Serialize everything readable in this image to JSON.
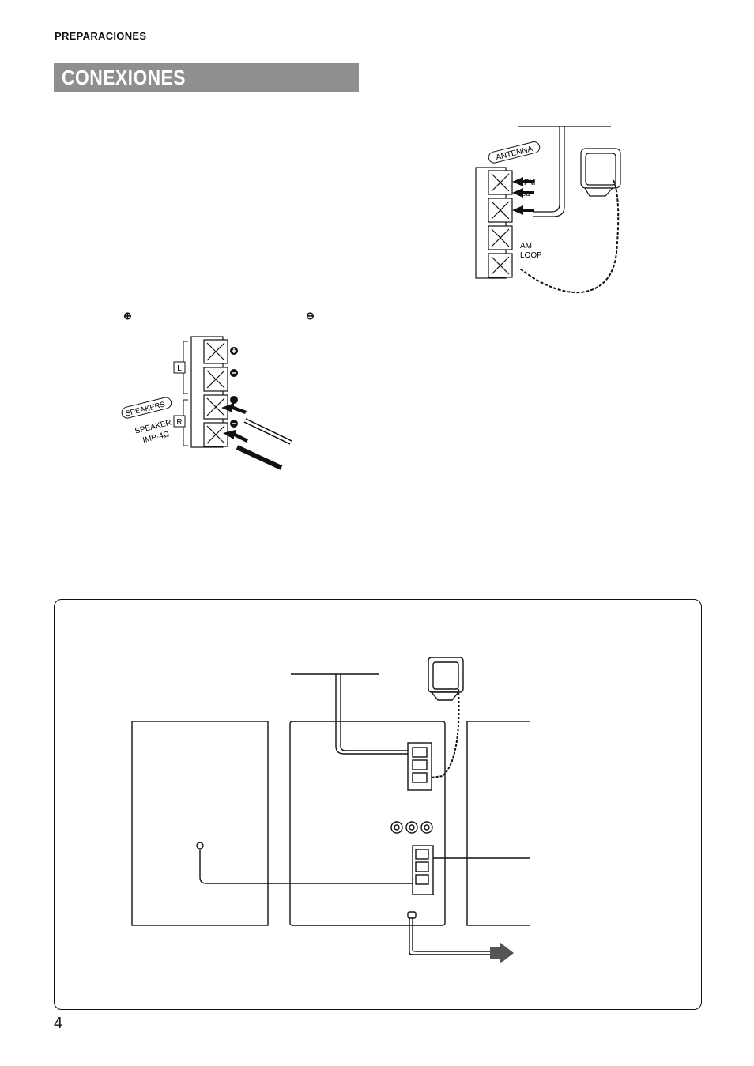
{
  "header": {
    "section": "PREPARACIONES",
    "title": "CONEXIONES"
  },
  "antenna_figure": {
    "antenna_label": "ANTENNA",
    "fm_label": "FM",
    "ohm_label": "75Ω",
    "am_label": "AM",
    "loop_label": "LOOP"
  },
  "speaker_figure": {
    "plus_symbol": "⊕",
    "minus_symbol": "⊖",
    "speakers_label": "SPEAKERS",
    "speaker_label": "SPEAKER",
    "imp_label": "IMP·4Ω",
    "left_label": "L",
    "right_label": "R"
  },
  "footer": {
    "page_number": "4"
  }
}
